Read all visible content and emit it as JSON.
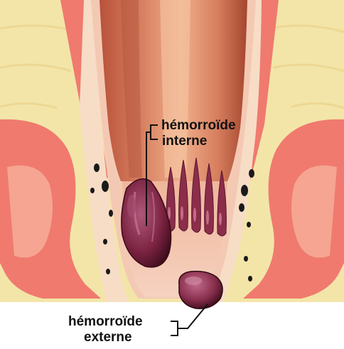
{
  "labels": {
    "internal": {
      "line1": "hémorroïde",
      "line2": "interne"
    },
    "external": {
      "line1": "hémorroïde",
      "line2": "externe"
    }
  },
  "colors": {
    "background": "#ffffff",
    "fat_tissue": "#f3e5a8",
    "muscle": "#f07a6e",
    "muscle_dark": "#e25a52",
    "canal_wall": "#f4c9b4",
    "lumen_light": "#e8a07a",
    "lumen_dark": "#9c3f28",
    "hemorrhoid": "#8c2d4a",
    "hemorrhoid_dark": "#4e1426",
    "vessel": "#1a1a1a",
    "leader_line": "#111111"
  }
}
